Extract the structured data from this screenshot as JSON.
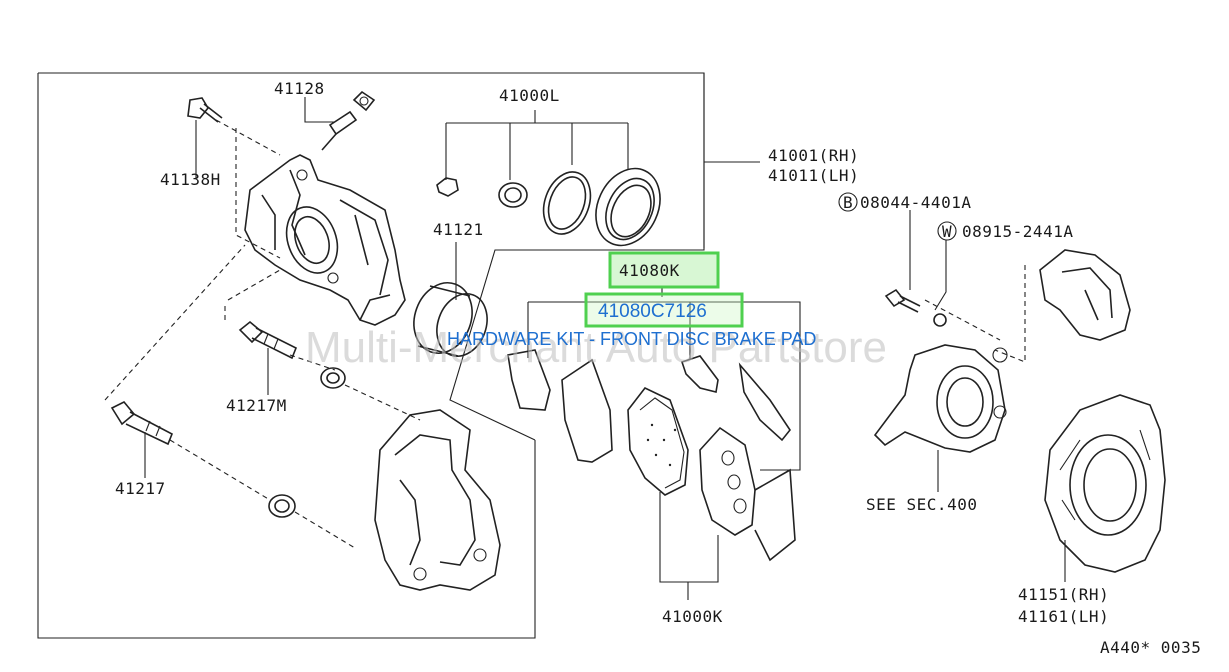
{
  "watermark": "Multi-Merchant Auto Partstore",
  "hardware_label": "HARDWARE KIT - FRONT DISC BRAKE PAD",
  "highlight": {
    "primary": "41080K",
    "secondary": "41080C7126",
    "highlight_color": "#4fd04f",
    "link_color": "#1e6fd0"
  },
  "labels": {
    "p41128": "41128",
    "p41000L": "41000L",
    "p41138H": "41138H",
    "p41001": "41001(RH)",
    "p41011": "41011(LH)",
    "p41121": "41121",
    "p08044_letter": "B",
    "p08044": "08044-4401A",
    "p08915_letter": "W",
    "p08915": "08915-2441A",
    "p41217M": "41217M",
    "p41217": "41217",
    "sec400": "SEE SEC.400",
    "p41151": "41151(RH)",
    "p41161": "41161(LH)",
    "p41000K": "41000K",
    "ref": "A440* 0035"
  }
}
